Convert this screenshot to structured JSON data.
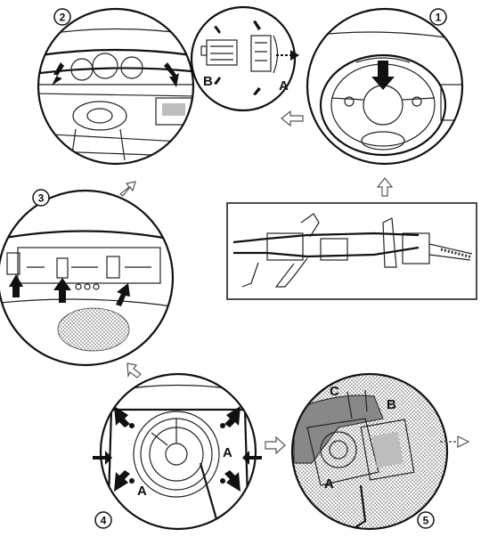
{
  "steps": [
    {
      "number": "1"
    },
    {
      "number": "2"
    },
    {
      "number": "3"
    },
    {
      "number": "4"
    },
    {
      "number": "5"
    }
  ],
  "labels": {
    "step2_clip_b": "B",
    "step2_clip_a": "A",
    "step4_a_right": "A",
    "step4_a_bottom": "A",
    "step5_c": "C",
    "step5_b": "B",
    "step5_a": "A"
  },
  "icons": [
    "flow-arrow-icon",
    "push-arrow-icon",
    "dashed-direction-arrow-icon"
  ]
}
